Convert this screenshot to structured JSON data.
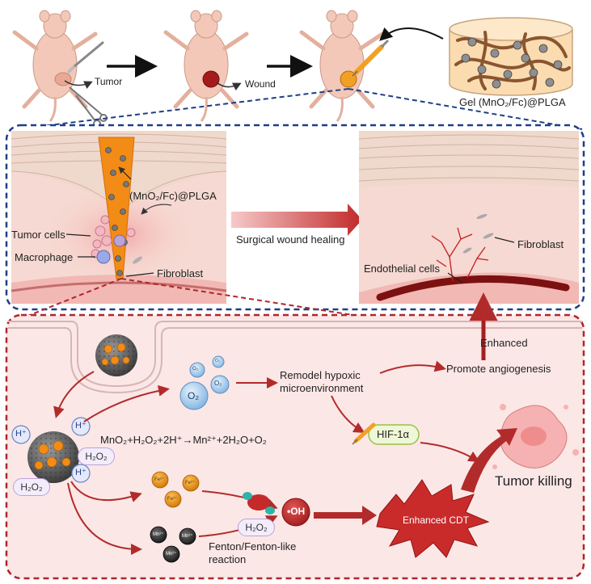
{
  "top_row": {
    "tumor_label": "Tumor",
    "wound_label": "Wound",
    "gel_label": "Gel (MnO₂/Fc)@PLGA"
  },
  "wound_panel": {
    "particle_label": "(MnO₂/Fc)@PLGA",
    "tumor_cells_label": "Tumor cells",
    "macrophage_label": "Macrophage",
    "fibroblast_left_label": "Fibroblast",
    "process_label": "Surgical wound healing",
    "fibroblast_right_label": "Fibroblast",
    "endothelial_label": "Endothelial cells"
  },
  "mechanism_panel": {
    "enhanced_label": "Enhanced",
    "remodel_label_line1": "Remodel hypoxic",
    "remodel_label_line2": "microenvironment",
    "angiogenesis_label": "Promote angiogenesis",
    "h_plus": "H⁺",
    "h2o2": "H₂O₂",
    "o2": "O₂",
    "reaction": "MnO₂+H₂O₂+2H⁺→Mn²⁺+2H₂O+O₂",
    "hif_label": "HIF-1α",
    "tumor_killing_label": "Tumor killing",
    "fe_label": "Fe²⁺",
    "mn_label": "Mn²⁺",
    "oh_label": "•OH",
    "fenton_line1": "Fenton/Fenton-like",
    "fenton_line2": "reaction",
    "cdt_label": "Enhanced CDT"
  },
  "colors": {
    "dark_blue_dash": "#1f3f86",
    "dark_red_dash": "#b0262a",
    "arrow_red": "#b22b2b",
    "tissue_pink": "#f6d9d2",
    "panel_pink": "#fbe7e6",
    "gel_orange": "#f28c16",
    "o2_blue": "#9fc8ea",
    "cdt_red": "#c12a2a"
  }
}
